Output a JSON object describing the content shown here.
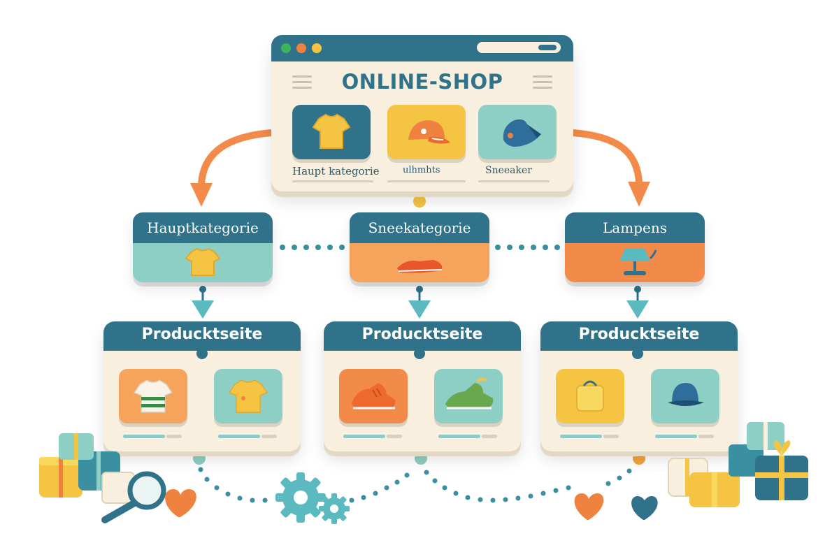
{
  "browser": {
    "title": "ONLINE-SHOP",
    "tiles": [
      {
        "label": "Haupt kategorie",
        "icon": "tshirt-icon"
      },
      {
        "label": "ulhmhts",
        "icon": "cap-icon"
      },
      {
        "label": "Sneeaker",
        "icon": "sneaker-icon"
      }
    ]
  },
  "categories": [
    {
      "title": "Hauptkategorie",
      "icon": "tshirt-icon"
    },
    {
      "title": "Sneekategorie",
      "icon": "sneaker-icon"
    },
    {
      "title": "Lampens",
      "icon": "lamp-icon"
    }
  ],
  "product_pages": [
    {
      "title": "Producktseite",
      "icons": [
        "striped-shirt-icon",
        "tshirt-icon"
      ]
    },
    {
      "title": "Producktseite",
      "icons": [
        "sneaker-icon",
        "sneaker-icon"
      ]
    },
    {
      "title": "Producktseite",
      "icons": [
        "bag-icon",
        "hat-icon"
      ]
    }
  ],
  "colors": {
    "teal_dark": "#2f728a",
    "teal_light": "#8ecfc5",
    "orange": "#f28b4a",
    "yellow": "#f6c443",
    "cream": "#f8efdf"
  }
}
